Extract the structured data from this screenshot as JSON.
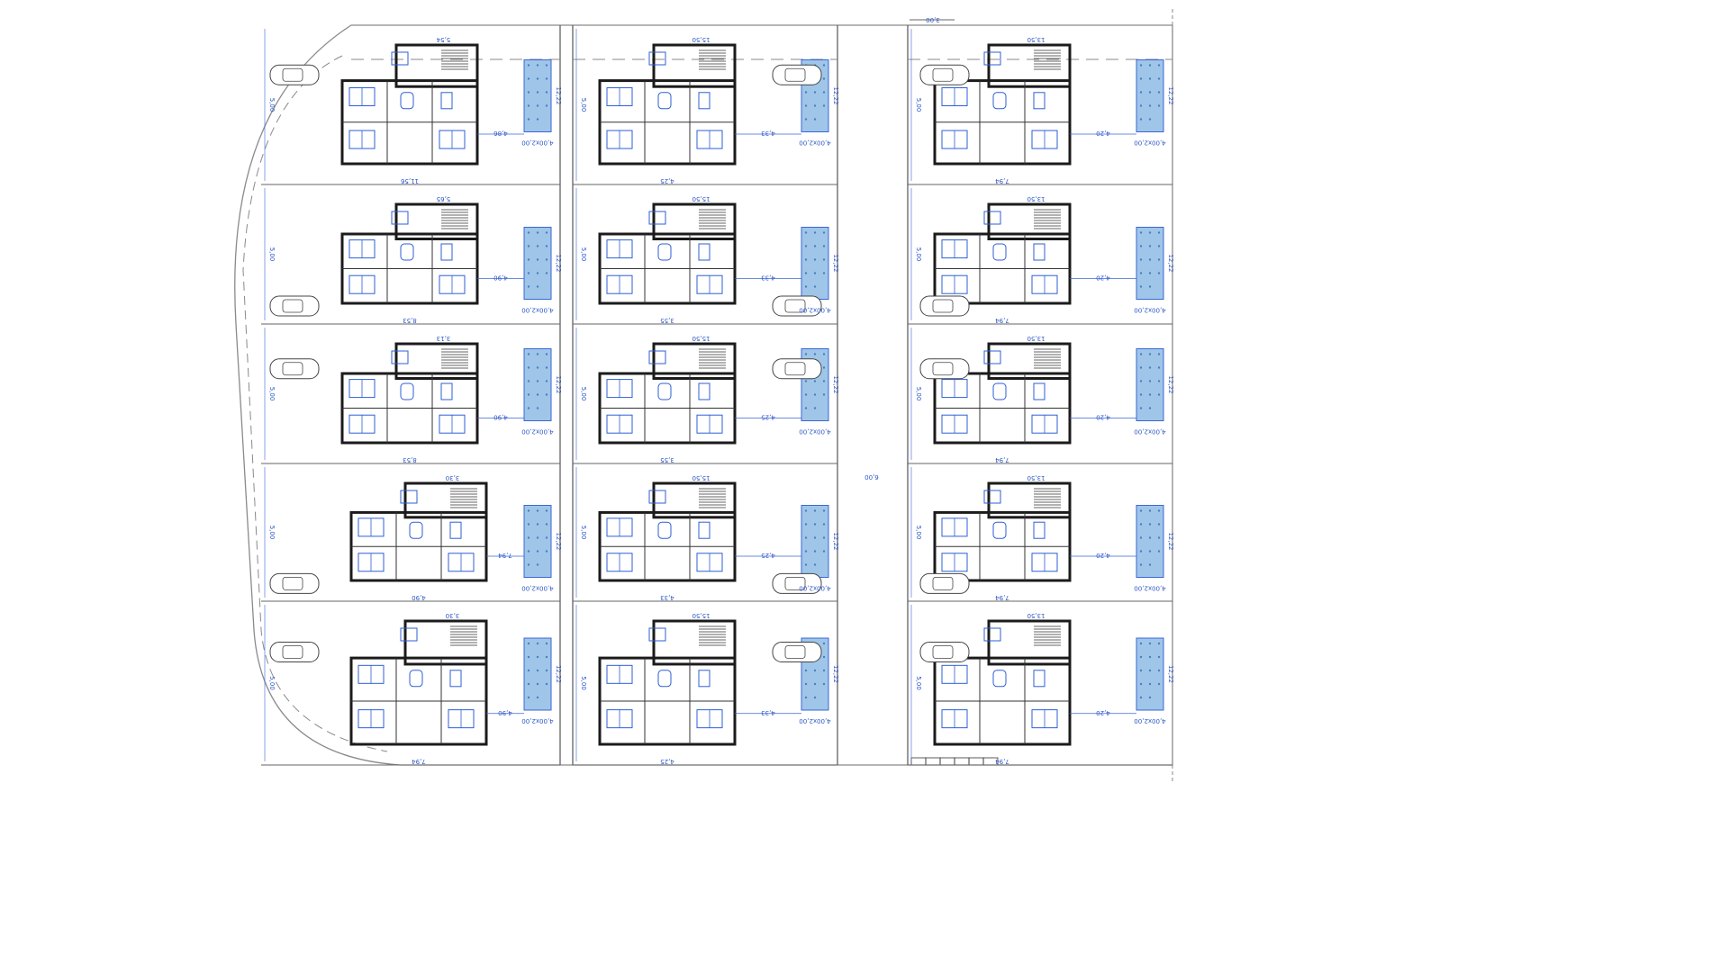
{
  "drawing": {
    "type": "site floor plan",
    "colors": {
      "walls": "#1b1b1b",
      "dimension_lines": "#3b66d8",
      "pool_hatch": "#9fc6e8",
      "furniture": "#2e5fd6",
      "boundary": "#8a8a8a"
    },
    "columns": [
      {
        "id": "left",
        "plots": [
          {
            "pool": "4,00x2,00",
            "dim_pool": "12,22",
            "dim_front": "4,86",
            "dim_side": "11,56",
            "dim_top": "5,54"
          },
          {
            "pool": "4,00x2,00",
            "dim_pool": "12,22",
            "dim_front": "4,90",
            "dim_side": "8,53",
            "dim_top": "5,65"
          },
          {
            "pool": "4,00x2,00",
            "dim_pool": "12,22",
            "dim_front": "4,90",
            "dim_side": "8,53",
            "dim_top": "3,13"
          },
          {
            "pool": "4,00x2,00",
            "dim_pool": "12,22",
            "dim_front": "7,94",
            "dim_side": "4,90",
            "dim_top": "3,30"
          },
          {
            "pool": "4,00x2,00",
            "dim_pool": "12,22",
            "dim_front": "4,90",
            "dim_side": "7,94",
            "dim_top": "3,30"
          }
        ]
      },
      {
        "id": "middle",
        "plots": [
          {
            "pool": "4,00x2,00",
            "dim_pool": "12,22",
            "dim_front": "4,33",
            "dim_side": "4,25",
            "dim_top": "15,50"
          },
          {
            "pool": "4,00x2,00",
            "dim_pool": "12,22",
            "dim_front": "4,33",
            "dim_side": "3,55",
            "dim_top": "15,50"
          },
          {
            "pool": "4,00x2,00",
            "dim_pool": "12,22",
            "dim_front": "4,25",
            "dim_side": "3,55",
            "dim_top": "15,50"
          },
          {
            "pool": "4,00x2,00",
            "dim_pool": "12,22",
            "dim_front": "4,25",
            "dim_side": "4,33",
            "dim_top": "15,50"
          },
          {
            "pool": "4,00x2,00",
            "dim_pool": "12,22",
            "dim_front": "4,33",
            "dim_side": "4,25",
            "dim_top": "15,50"
          }
        ]
      },
      {
        "id": "right",
        "plots": [
          {
            "pool": "4,00x2,00",
            "dim_pool": "12,22",
            "dim_front": "4,20",
            "dim_side": "7,94",
            "dim_top": "13,50"
          },
          {
            "pool": "4,00x2,00",
            "dim_pool": "12,22",
            "dim_front": "4,20",
            "dim_side": "7,94",
            "dim_top": "13,50"
          },
          {
            "pool": "4,00x2,00",
            "dim_pool": "12,22",
            "dim_front": "4,20",
            "dim_side": "7,94",
            "dim_top": "13,50"
          },
          {
            "pool": "4,00x2,00",
            "dim_pool": "12,22",
            "dim_front": "4,20",
            "dim_side": "7,94",
            "dim_top": "13,50"
          },
          {
            "pool": "4,00x2,00",
            "dim_pool": "12,22",
            "dim_front": "4,20",
            "dim_side": "7,94",
            "dim_top": "13,50"
          }
        ]
      }
    ],
    "street_labels": [
      "5,00",
      "5,00",
      "5,00",
      "5,00",
      "5,00"
    ],
    "road_width": "6,00",
    "top_dim": "3,00",
    "legend_cells": [
      "",
      "",
      "",
      "",
      "",
      ""
    ]
  }
}
